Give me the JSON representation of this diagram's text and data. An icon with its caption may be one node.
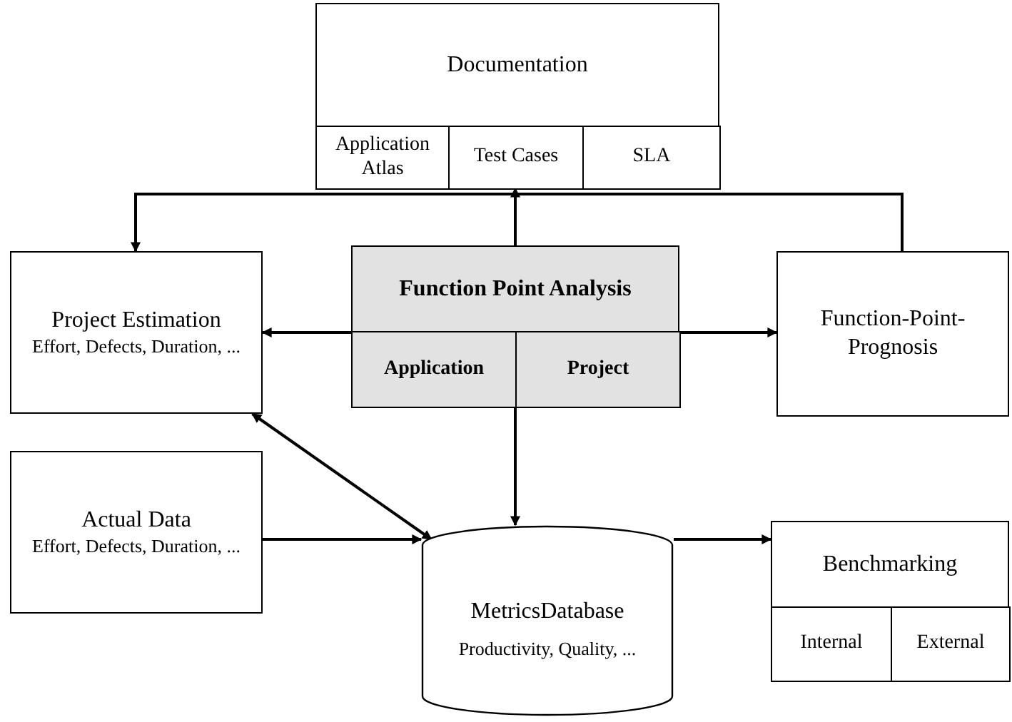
{
  "diagram": {
    "nodes": [
      {
        "text": [
          "Documentation"
        ]
      },
      {
        "text": [
          "Application Atlas"
        ],
        "in": 0
      },
      {
        "text": [
          "Test Cases"
        ],
        "in": 0
      },
      {
        "text": [
          "SLA"
        ],
        "in": 0
      },
      {
        "text": [
          "Project Estimation",
          "Effort, Defects, Duration, ..."
        ]
      },
      {
        "text": [
          "Function Point Analysis"
        ]
      },
      {
        "text": [
          "Application"
        ],
        "in": 5
      },
      {
        "text": [
          "Project"
        ],
        "in": 5
      },
      {
        "text": [
          "Function-Point-Prognosis"
        ]
      },
      {
        "text": [
          "Actual Data",
          "Effort, Defects, Duration, ..."
        ]
      },
      {
        "text": [
          "MetricsDatabase",
          "Productivity, Quality, ..."
        ]
      },
      {
        "text": [
          "Benchmarking"
        ]
      },
      {
        "text": [
          "Internal"
        ],
        "in": 11
      },
      {
        "text": [
          "External"
        ],
        "in": 11
      }
    ],
    "edges": [
      {
        "from": 5,
        "to": 0,
        "arrow": "to"
      },
      {
        "from": 8,
        "to": 4,
        "arrow": "to"
      },
      {
        "from": 5,
        "to": 4,
        "arrow": "to"
      },
      {
        "from": 5,
        "to": 8,
        "arrow": "to"
      },
      {
        "from": 5,
        "to": 10,
        "arrow": "to"
      },
      {
        "from": 4,
        "to": 10,
        "arrow": "both"
      },
      {
        "from": 9,
        "to": 10,
        "arrow": "to"
      },
      {
        "from": 10,
        "to": 11,
        "arrow": "to"
      }
    ]
  }
}
